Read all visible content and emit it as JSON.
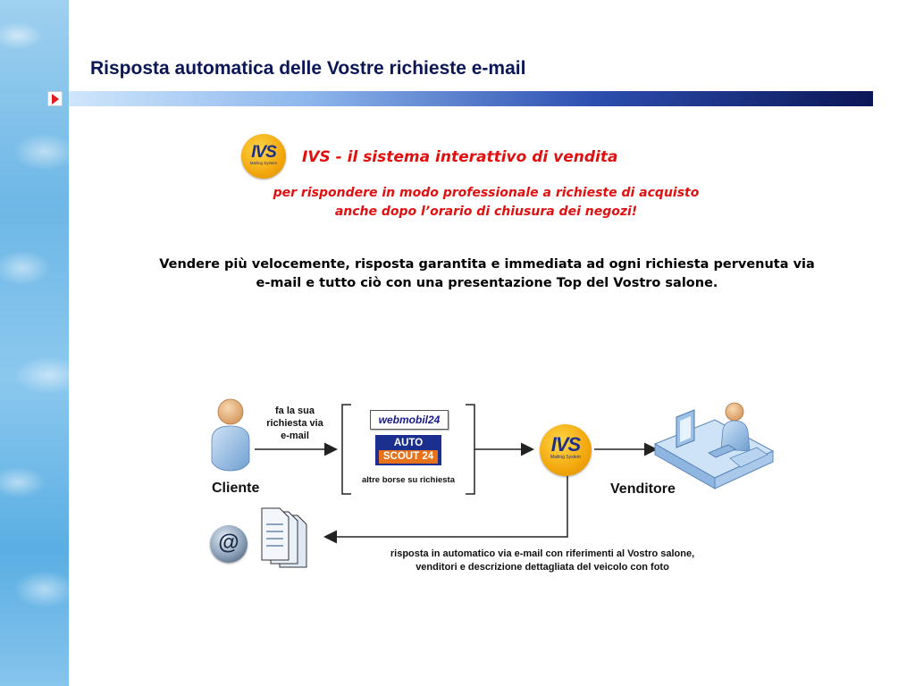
{
  "slide": {
    "title": "Risposta automatica delle Vostre richieste e-mail",
    "heading": "IVS - il sistema interattivo di vendita",
    "subheading_line1": "per rispondere in modo professionale a richieste di acquisto",
    "subheading_line2": "anche dopo l’orario di chiusura dei negozi!",
    "body_line1": "Vendere più velocemente, risposta garantita e immediata ad ogni richiesta pervenuta via",
    "body_line2": "e-mail e tutto ciò con una presentazione Top del Vostro salone."
  },
  "logo": {
    "ivs_text": "IVS",
    "ivs_subtext": "Mailing System"
  },
  "diagram": {
    "request_label_line1": "fa la sua",
    "request_label_line2": "richiesta via",
    "request_label_line3": "e-mail",
    "client_label": "Cliente",
    "vendor_label": "Venditore",
    "webmobil_text": "webmobil24",
    "autoscout_line1": "AUTO",
    "autoscout_line2": "SCOUT 24",
    "other_portals_label": "altre borse su richiesta",
    "response_line1": "risposta in automatico via e-mail con riferimenti al Vostro salone,",
    "response_line2": "venditori e descrizione dettagliata del veicolo con foto",
    "email_symbol": "@",
    "icons": {
      "client": "person-icon",
      "vendor": "workstation-icon",
      "email": "email-at-icon",
      "documents": "documents-icon"
    }
  },
  "colors": {
    "title": "#0b1656",
    "accent_red": "#e01010",
    "bar_dark": "#0b1656",
    "ivs_orange": "#f2a70c"
  }
}
